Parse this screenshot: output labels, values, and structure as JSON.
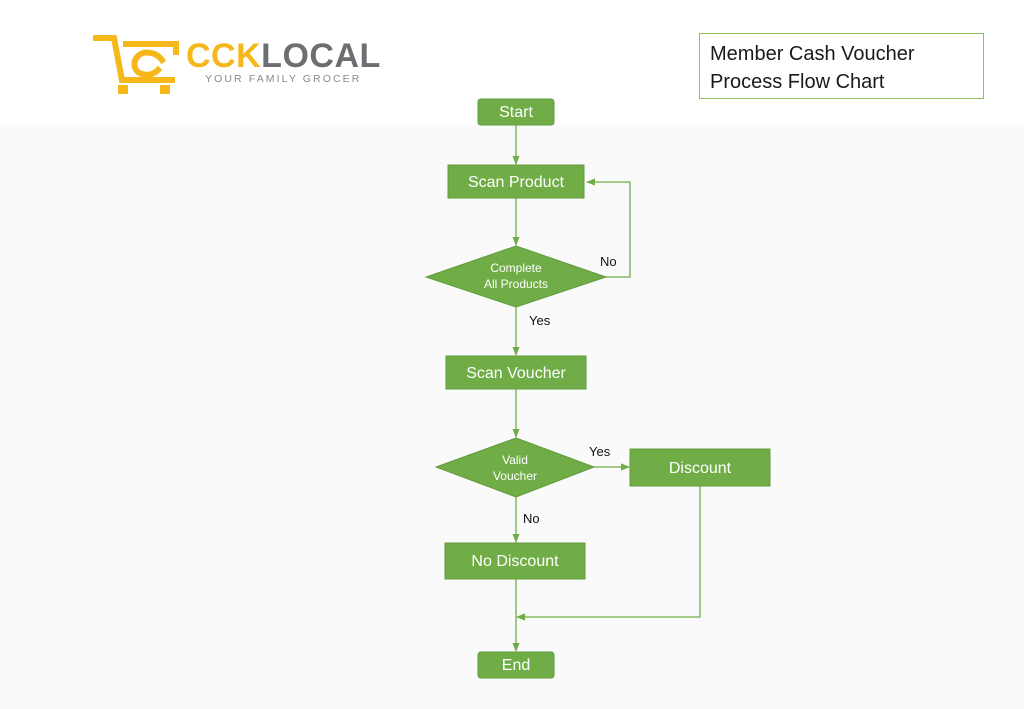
{
  "logo": {
    "brand_part1": "CCK",
    "brand_part2": "LOCAL",
    "tagline": "YOUR FAMILY GROCER"
  },
  "title": {
    "line1": "Member Cash Voucher",
    "line2": "Process Flow Chart"
  },
  "flowchart": {
    "nodes": {
      "start": "Start",
      "scan_product": "Scan Product",
      "complete_line1": "Complete",
      "complete_line2": "All Products",
      "scan_voucher": "Scan Voucher",
      "valid_line1": "Valid",
      "valid_line2": "Voucher",
      "discount": "Discount",
      "no_discount": "No Discount",
      "end": "End"
    },
    "edge_labels": {
      "complete_no": "No",
      "complete_yes": "Yes",
      "valid_yes": "Yes",
      "valid_no": "No"
    }
  },
  "colors": {
    "node_fill": "#70AD47",
    "line": "#70AD47",
    "logo_yellow": "#F5B71A",
    "logo_gray": "#6D6E71"
  }
}
